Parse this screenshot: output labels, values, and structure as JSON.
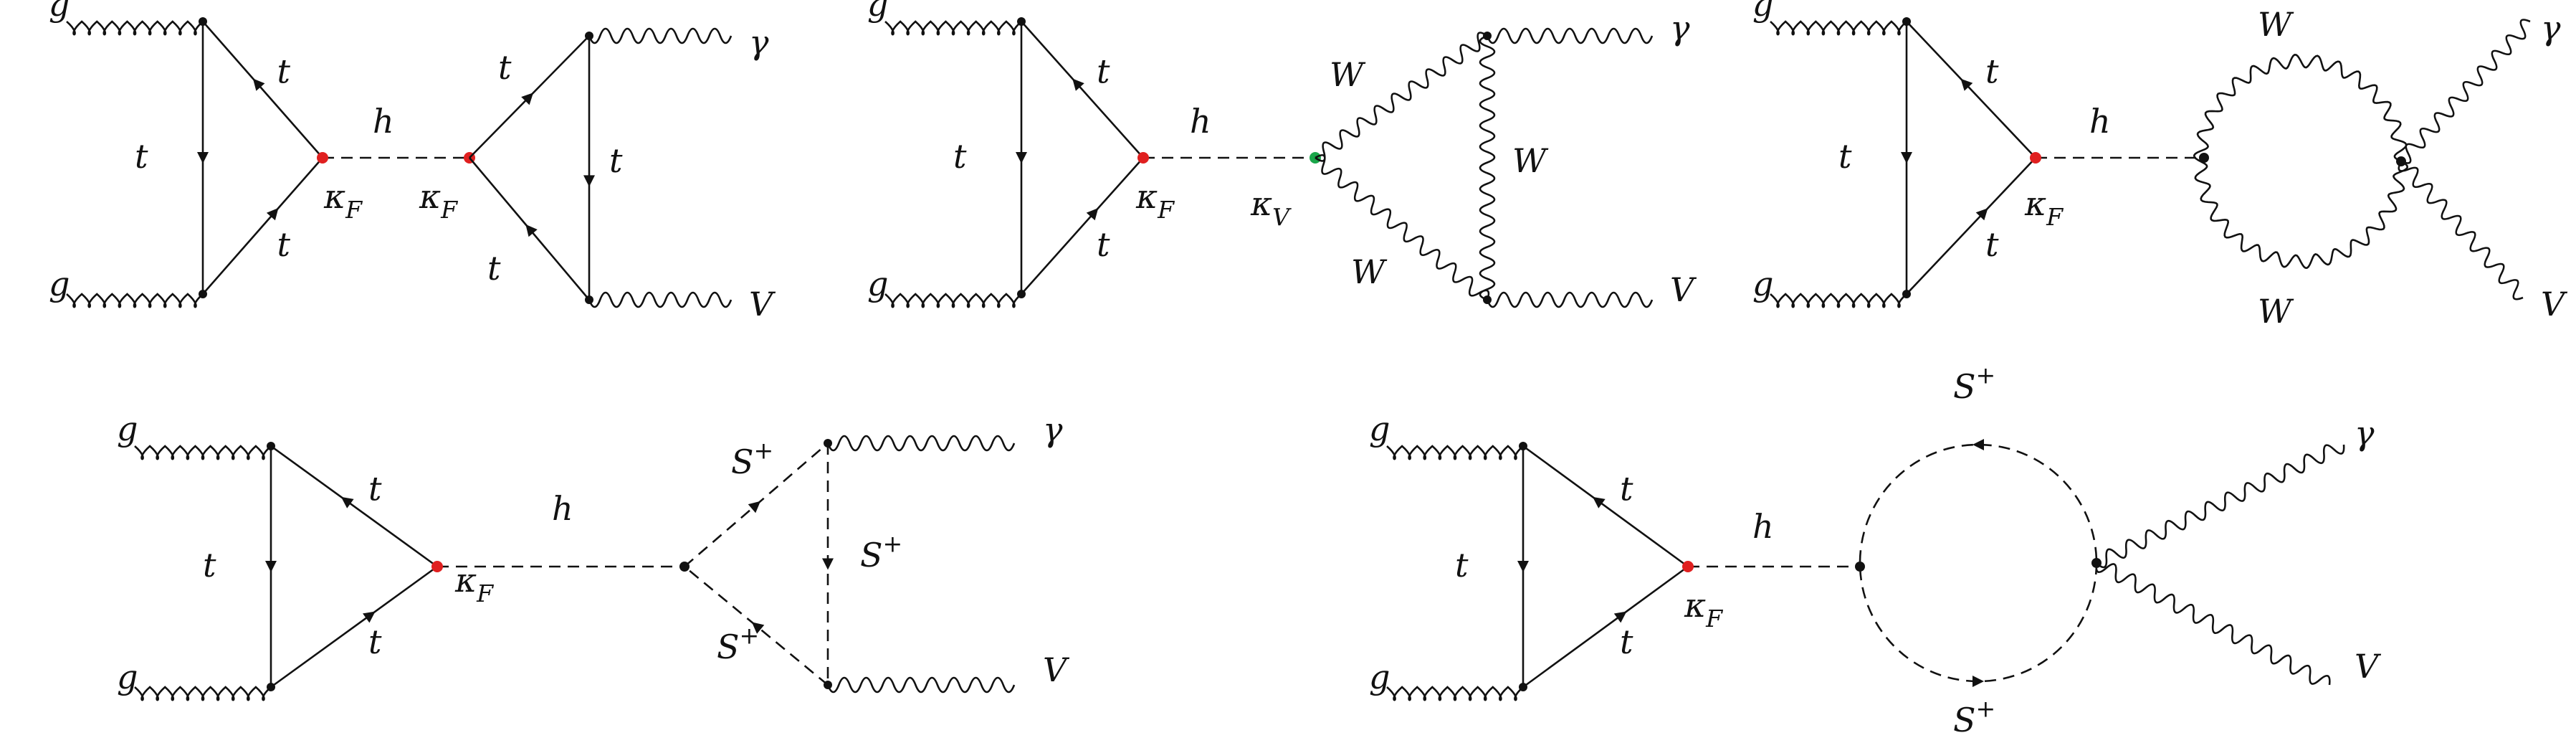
{
  "colors": {
    "kappa_F_vertex": "#e02020",
    "kappa_V_vertex": "#1aa64a",
    "plain_vertex": "#111111",
    "lines": "#111111"
  },
  "diagrams": [
    {
      "id": "top-quark-loop",
      "labels": {
        "g_top": "g",
        "g_bottom": "g",
        "t_left": "t",
        "t_upper": "t",
        "t_lower": "t",
        "h": "h",
        "kappa_left": "κ",
        "kappa_left_sub": "F",
        "kappa_right": "κ",
        "kappa_right_sub": "F",
        "t_right_upper": "t",
        "t_right_vert": "t",
        "t_right_lower": "t",
        "gamma": "γ",
        "V": "V"
      }
    },
    {
      "id": "w-loop-triangle",
      "labels": {
        "g_top": "g",
        "g_bottom": "g",
        "t_left": "t",
        "t_upper": "t",
        "t_lower": "t",
        "h": "h",
        "kappa_F": "κ",
        "kappa_F_sub": "F",
        "kappa_V": "κ",
        "kappa_V_sub": "V",
        "W_upper": "W",
        "W_right": "W",
        "W_lower": "W",
        "gamma": "γ",
        "V": "V"
      }
    },
    {
      "id": "w-loop-bubble",
      "labels": {
        "g_top": "g",
        "g_bottom": "g",
        "t_left": "t",
        "t_upper": "t",
        "t_lower": "t",
        "h": "h",
        "kappa_F": "κ",
        "kappa_F_sub": "F",
        "W_top": "W",
        "W_bottom": "W",
        "gamma": "γ",
        "V": "V"
      }
    },
    {
      "id": "charged-scalar-triangle",
      "labels": {
        "g_top": "g",
        "g_bottom": "g",
        "t_left": "t",
        "t_upper": "t",
        "t_lower": "t",
        "h": "h",
        "kappa_F": "κ",
        "kappa_F_sub": "F",
        "S_upper": "S",
        "S_upper_sup": "+",
        "S_right": "S",
        "S_right_sup": "+",
        "S_lower": "S",
        "S_lower_sup": "+",
        "gamma": "γ",
        "V": "V"
      }
    },
    {
      "id": "charged-scalar-bubble",
      "labels": {
        "g_top": "g",
        "g_bottom": "g",
        "t_left": "t",
        "t_upper": "t",
        "t_lower": "t",
        "h": "h",
        "kappa_F": "κ",
        "kappa_F_sub": "F",
        "S_top": "S",
        "S_top_sup": "+",
        "S_bottom": "S",
        "S_bottom_sup": "+",
        "gamma": "γ",
        "V": "V"
      }
    }
  ]
}
